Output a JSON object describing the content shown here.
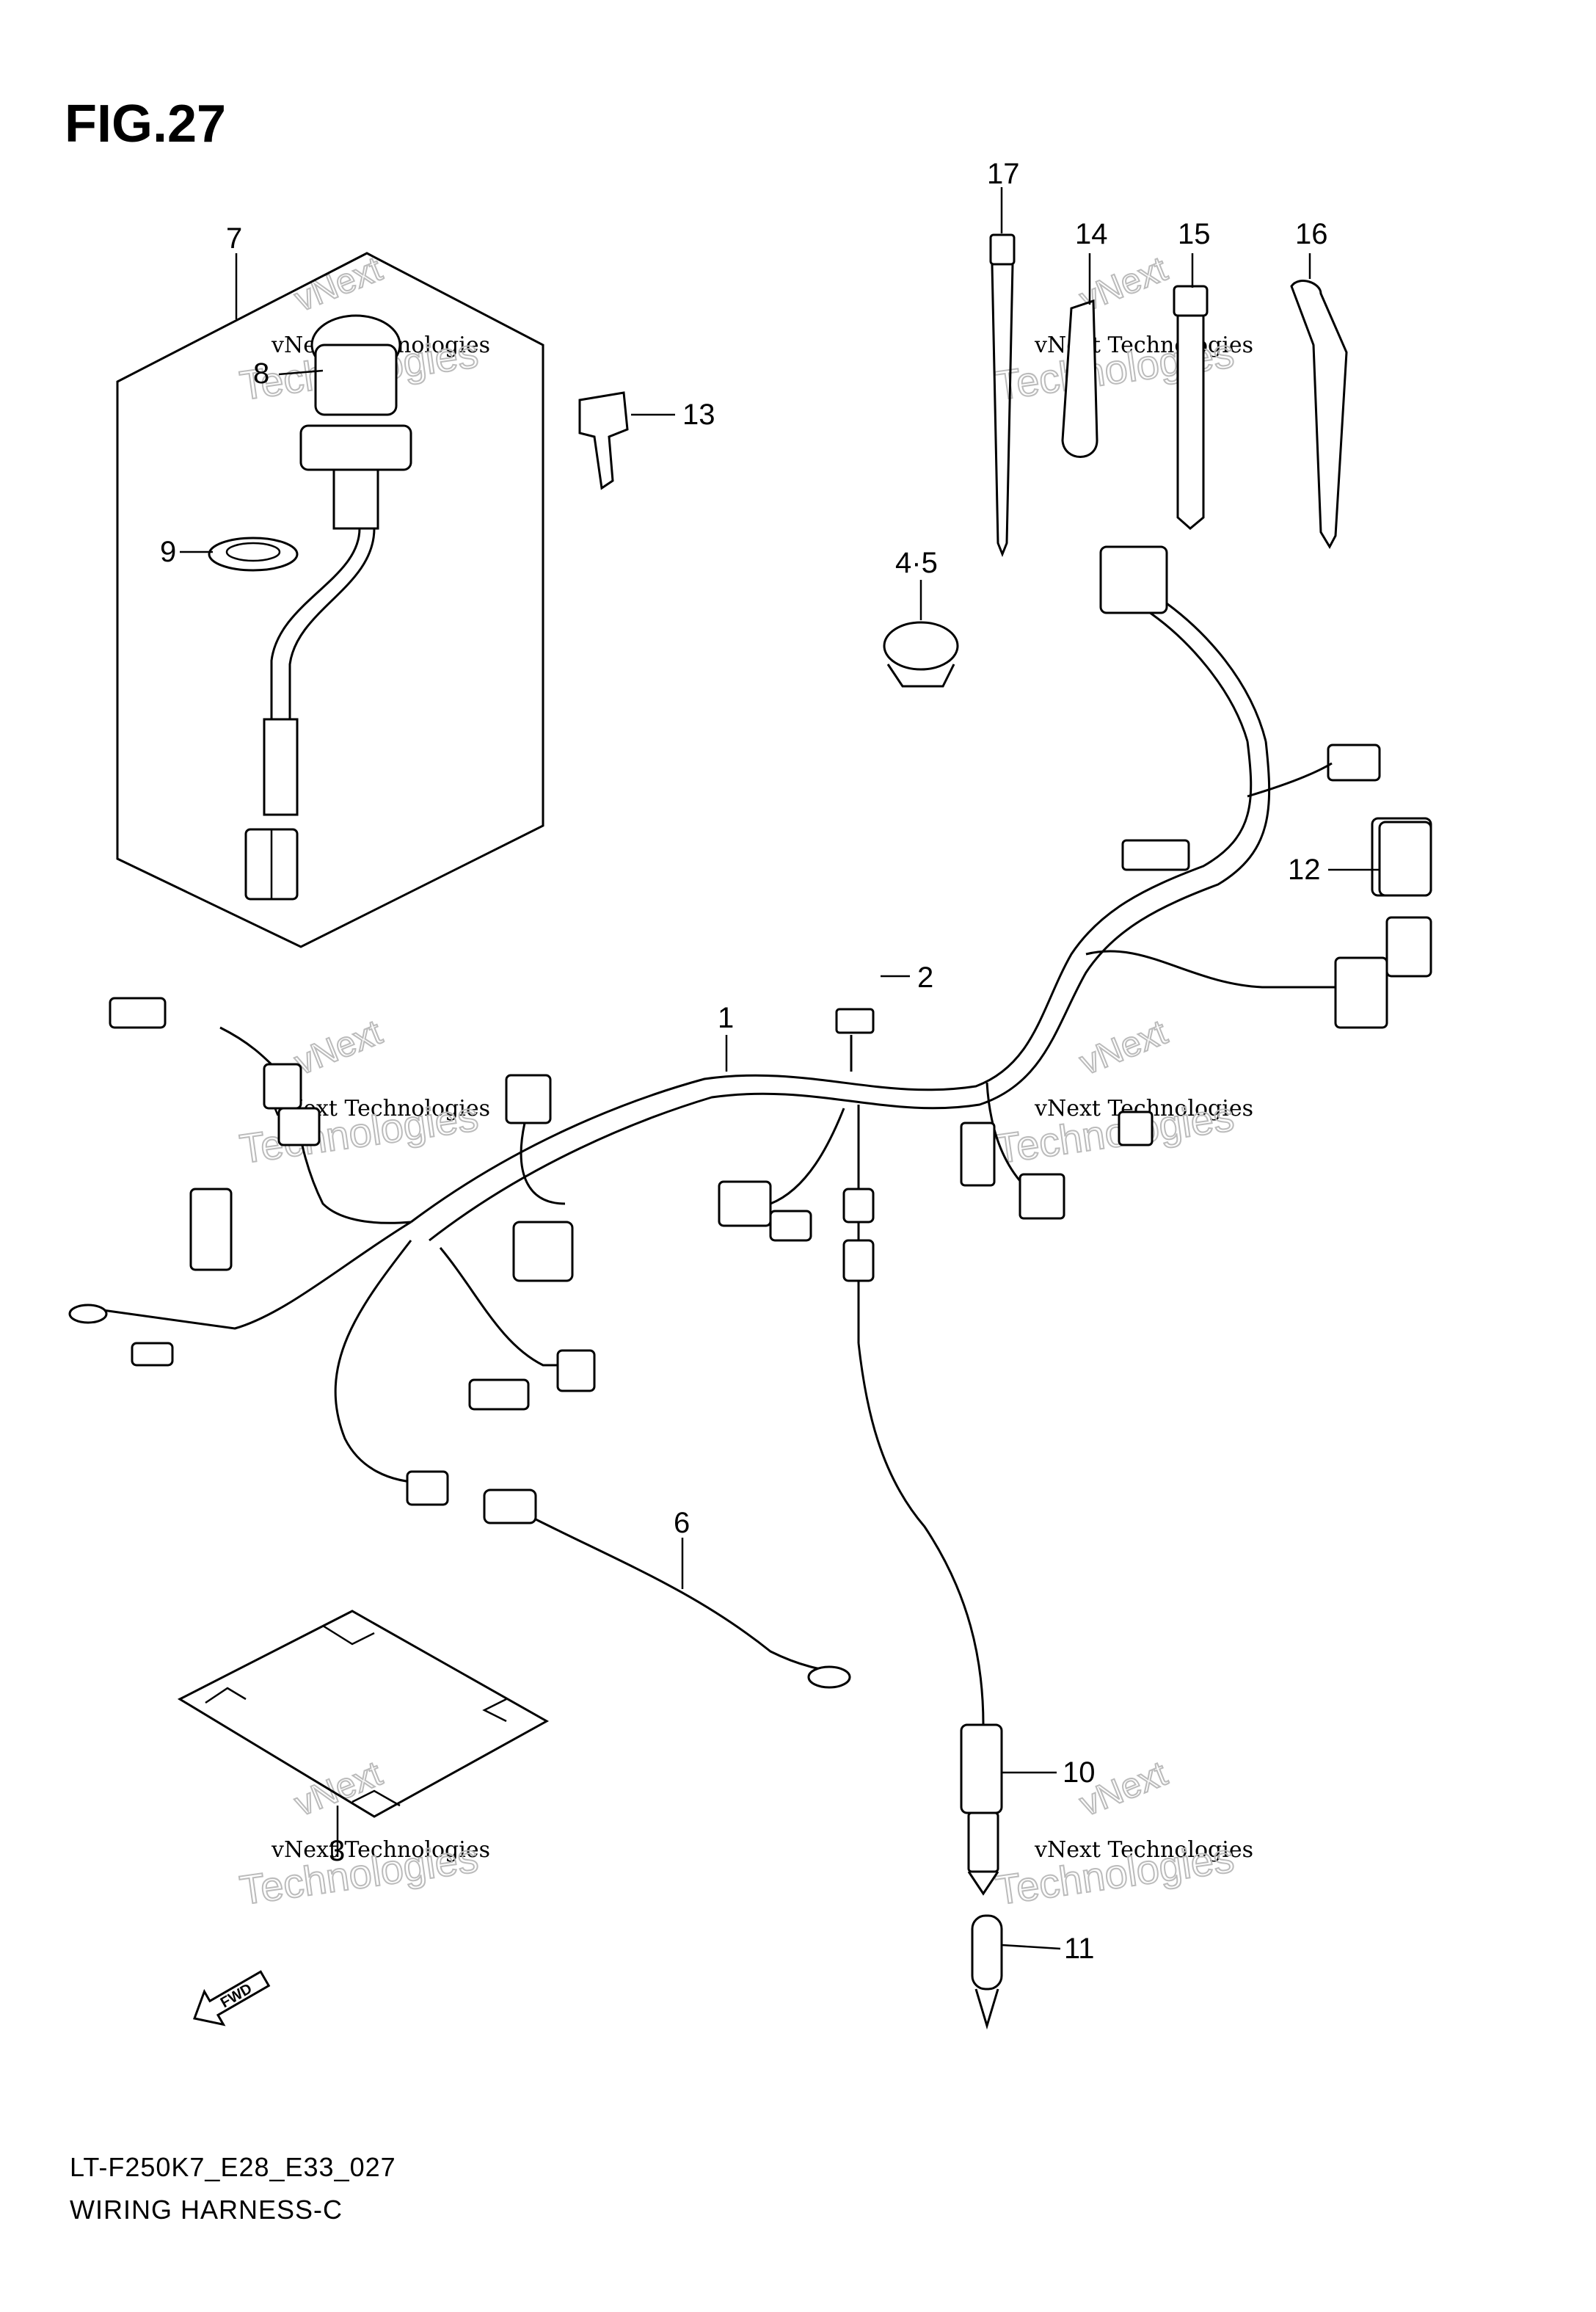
{
  "figure": {
    "title": "FIG.27",
    "model_code": "LT-F250K7_E28_E33_027",
    "section_title": "WIRING HARNESS-C"
  },
  "callouts": [
    "1",
    "2",
    "3",
    "4·5",
    "6",
    "7",
    "8",
    "9",
    "10",
    "11",
    "12",
    "13",
    "14",
    "15",
    "16",
    "17"
  ],
  "watermark": {
    "line1": "vNext Technologies",
    "outline": "Technologies",
    "tilt": "vNext"
  },
  "direction_arrow": "FWD"
}
